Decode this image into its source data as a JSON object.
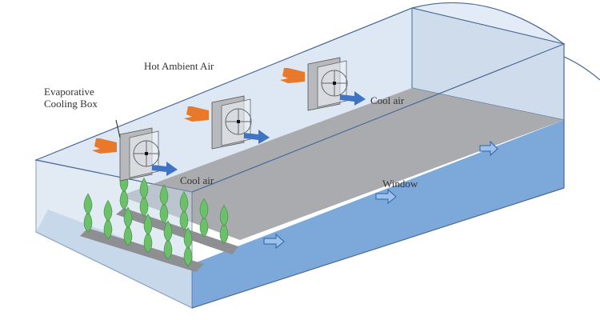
{
  "labels": {
    "hot_air": "Hot Ambient Air",
    "cooling_box_line1": "Evaporative",
    "cooling_box_line2": "Cooling Box",
    "cool_air_1": "Cool air",
    "cool_air_2": "Cool air",
    "window": "Window"
  },
  "colors": {
    "hot_arrow": "#e8792a",
    "cool_arrow": "#3f74c4",
    "water": "#6f9fd6",
    "plant": "#6cc06a"
  }
}
